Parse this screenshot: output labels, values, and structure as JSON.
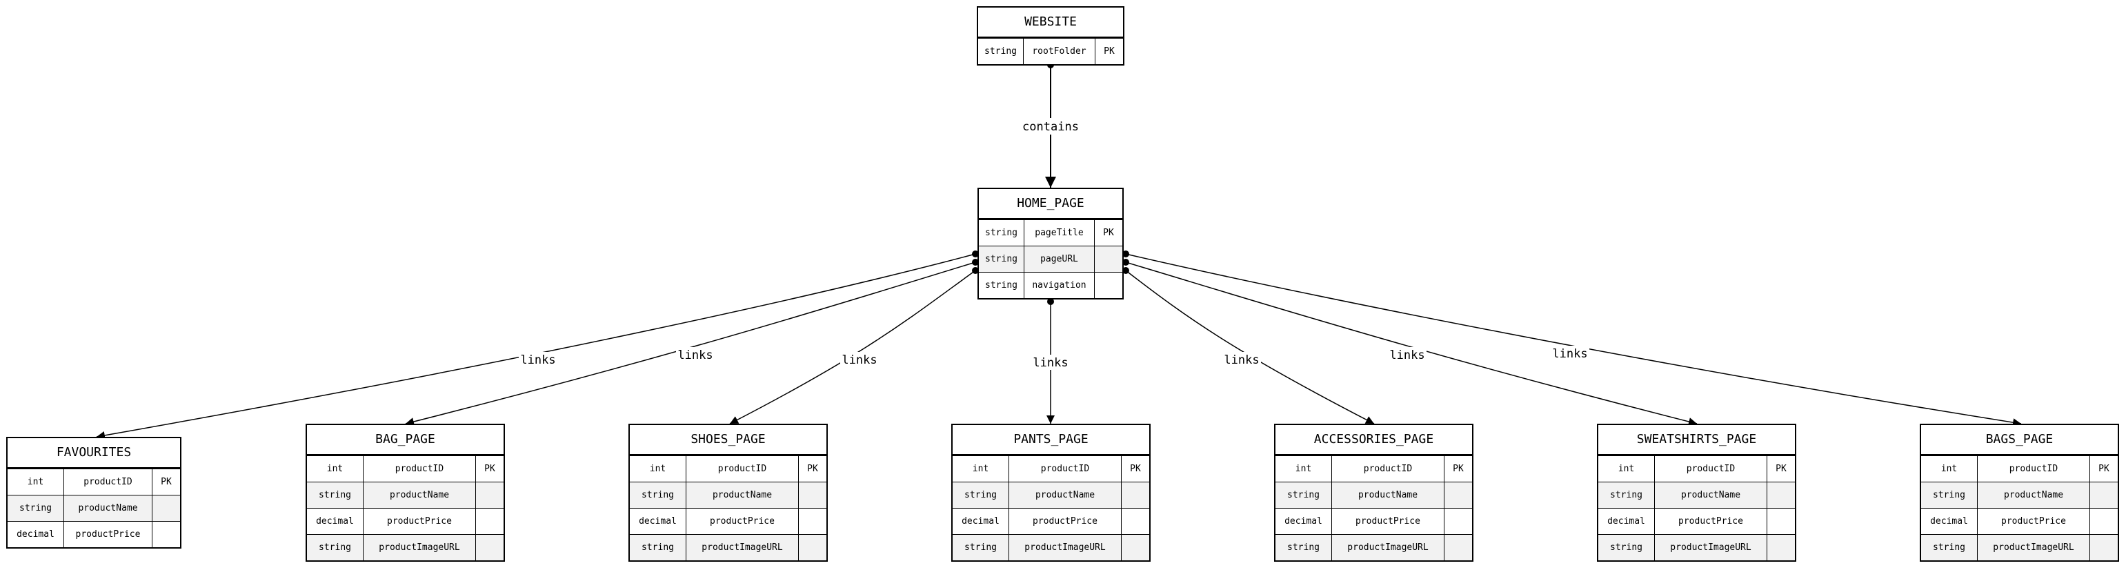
{
  "entities": {
    "website": {
      "name": "WEBSITE",
      "attrs": [
        {
          "type": "string",
          "name": "rootFolder",
          "key": "PK"
        }
      ]
    },
    "home_page": {
      "name": "HOME_PAGE",
      "attrs": [
        {
          "type": "string",
          "name": "pageTitle",
          "key": "PK"
        },
        {
          "type": "string",
          "name": "pageURL",
          "key": ""
        },
        {
          "type": "string",
          "name": "navigation",
          "key": ""
        }
      ]
    },
    "favourites": {
      "name": "FAVOURITES",
      "attrs": [
        {
          "type": "int",
          "name": "productID",
          "key": "PK"
        },
        {
          "type": "string",
          "name": "productName",
          "key": ""
        },
        {
          "type": "decimal",
          "name": "productPrice",
          "key": ""
        }
      ]
    },
    "bag_page": {
      "name": "BAG_PAGE",
      "attrs": [
        {
          "type": "int",
          "name": "productID",
          "key": "PK"
        },
        {
          "type": "string",
          "name": "productName",
          "key": ""
        },
        {
          "type": "decimal",
          "name": "productPrice",
          "key": ""
        },
        {
          "type": "string",
          "name": "productImageURL",
          "key": ""
        }
      ]
    },
    "shoes_page": {
      "name": "SHOES_PAGE",
      "attrs": [
        {
          "type": "int",
          "name": "productID",
          "key": "PK"
        },
        {
          "type": "string",
          "name": "productName",
          "key": ""
        },
        {
          "type": "decimal",
          "name": "productPrice",
          "key": ""
        },
        {
          "type": "string",
          "name": "productImageURL",
          "key": ""
        }
      ]
    },
    "pants_page": {
      "name": "PANTS_PAGE",
      "attrs": [
        {
          "type": "int",
          "name": "productID",
          "key": "PK"
        },
        {
          "type": "string",
          "name": "productName",
          "key": ""
        },
        {
          "type": "decimal",
          "name": "productPrice",
          "key": ""
        },
        {
          "type": "string",
          "name": "productImageURL",
          "key": ""
        }
      ]
    },
    "accessories_page": {
      "name": "ACCESSORIES_PAGE",
      "attrs": [
        {
          "type": "int",
          "name": "productID",
          "key": "PK"
        },
        {
          "type": "string",
          "name": "productName",
          "key": ""
        },
        {
          "type": "decimal",
          "name": "productPrice",
          "key": ""
        },
        {
          "type": "string",
          "name": "productImageURL",
          "key": ""
        }
      ]
    },
    "sweatshirts_page": {
      "name": "SWEATSHIRTS_PAGE",
      "attrs": [
        {
          "type": "int",
          "name": "productID",
          "key": "PK"
        },
        {
          "type": "string",
          "name": "productName",
          "key": ""
        },
        {
          "type": "decimal",
          "name": "productPrice",
          "key": ""
        },
        {
          "type": "string",
          "name": "productImageURL",
          "key": ""
        }
      ]
    },
    "bags_page": {
      "name": "BAGS_PAGE",
      "attrs": [
        {
          "type": "int",
          "name": "productID",
          "key": "PK"
        },
        {
          "type": "string",
          "name": "productName",
          "key": ""
        },
        {
          "type": "decimal",
          "name": "productPrice",
          "key": ""
        },
        {
          "type": "string",
          "name": "productImageURL",
          "key": ""
        }
      ]
    }
  },
  "relationships": [
    {
      "from": "website",
      "to": "home_page",
      "label": "contains"
    },
    {
      "from": "home_page",
      "to": "favourites",
      "label": "links"
    },
    {
      "from": "home_page",
      "to": "bag_page",
      "label": "links"
    },
    {
      "from": "home_page",
      "to": "shoes_page",
      "label": "links"
    },
    {
      "from": "home_page",
      "to": "pants_page",
      "label": "links"
    },
    {
      "from": "home_page",
      "to": "accessories_page",
      "label": "links"
    },
    {
      "from": "home_page",
      "to": "sweatshirts_page",
      "label": "links"
    },
    {
      "from": "home_page",
      "to": "bags_page",
      "label": "links"
    }
  ]
}
